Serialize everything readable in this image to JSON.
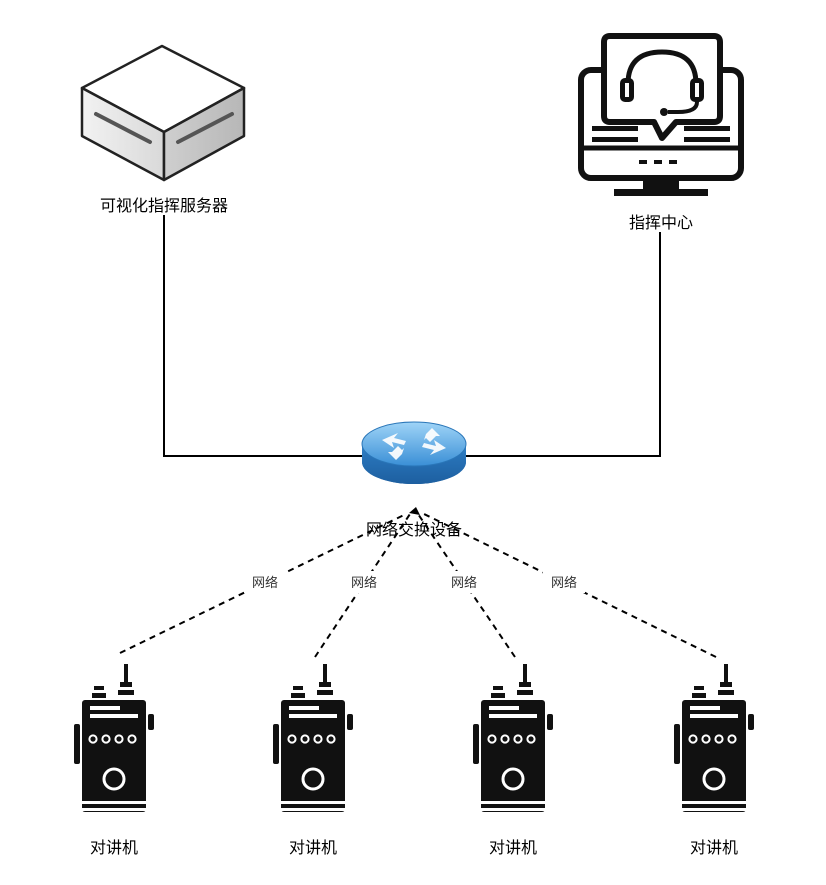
{
  "nodes": {
    "server": {
      "label": "可视化指挥服务器",
      "icon": "server-box-icon"
    },
    "command_center": {
      "label": "指挥中心",
      "icon": "headset-monitor-icon"
    },
    "switch": {
      "label": "网络交换设备",
      "icon": "router-icon"
    },
    "radios": [
      {
        "label": "对讲机",
        "icon": "walkie-talkie-icon"
      },
      {
        "label": "对讲机",
        "icon": "walkie-talkie-icon"
      },
      {
        "label": "对讲机",
        "icon": "walkie-talkie-icon"
      },
      {
        "label": "对讲机",
        "icon": "walkie-talkie-icon"
      }
    ]
  },
  "links": {
    "network_labels": [
      "网络",
      "网络",
      "网络",
      "网络"
    ]
  },
  "colors": {
    "line": "#000000",
    "router_blue": "#3a8fd6",
    "server_face": "#e6e6e6",
    "icon_black": "#111111"
  }
}
